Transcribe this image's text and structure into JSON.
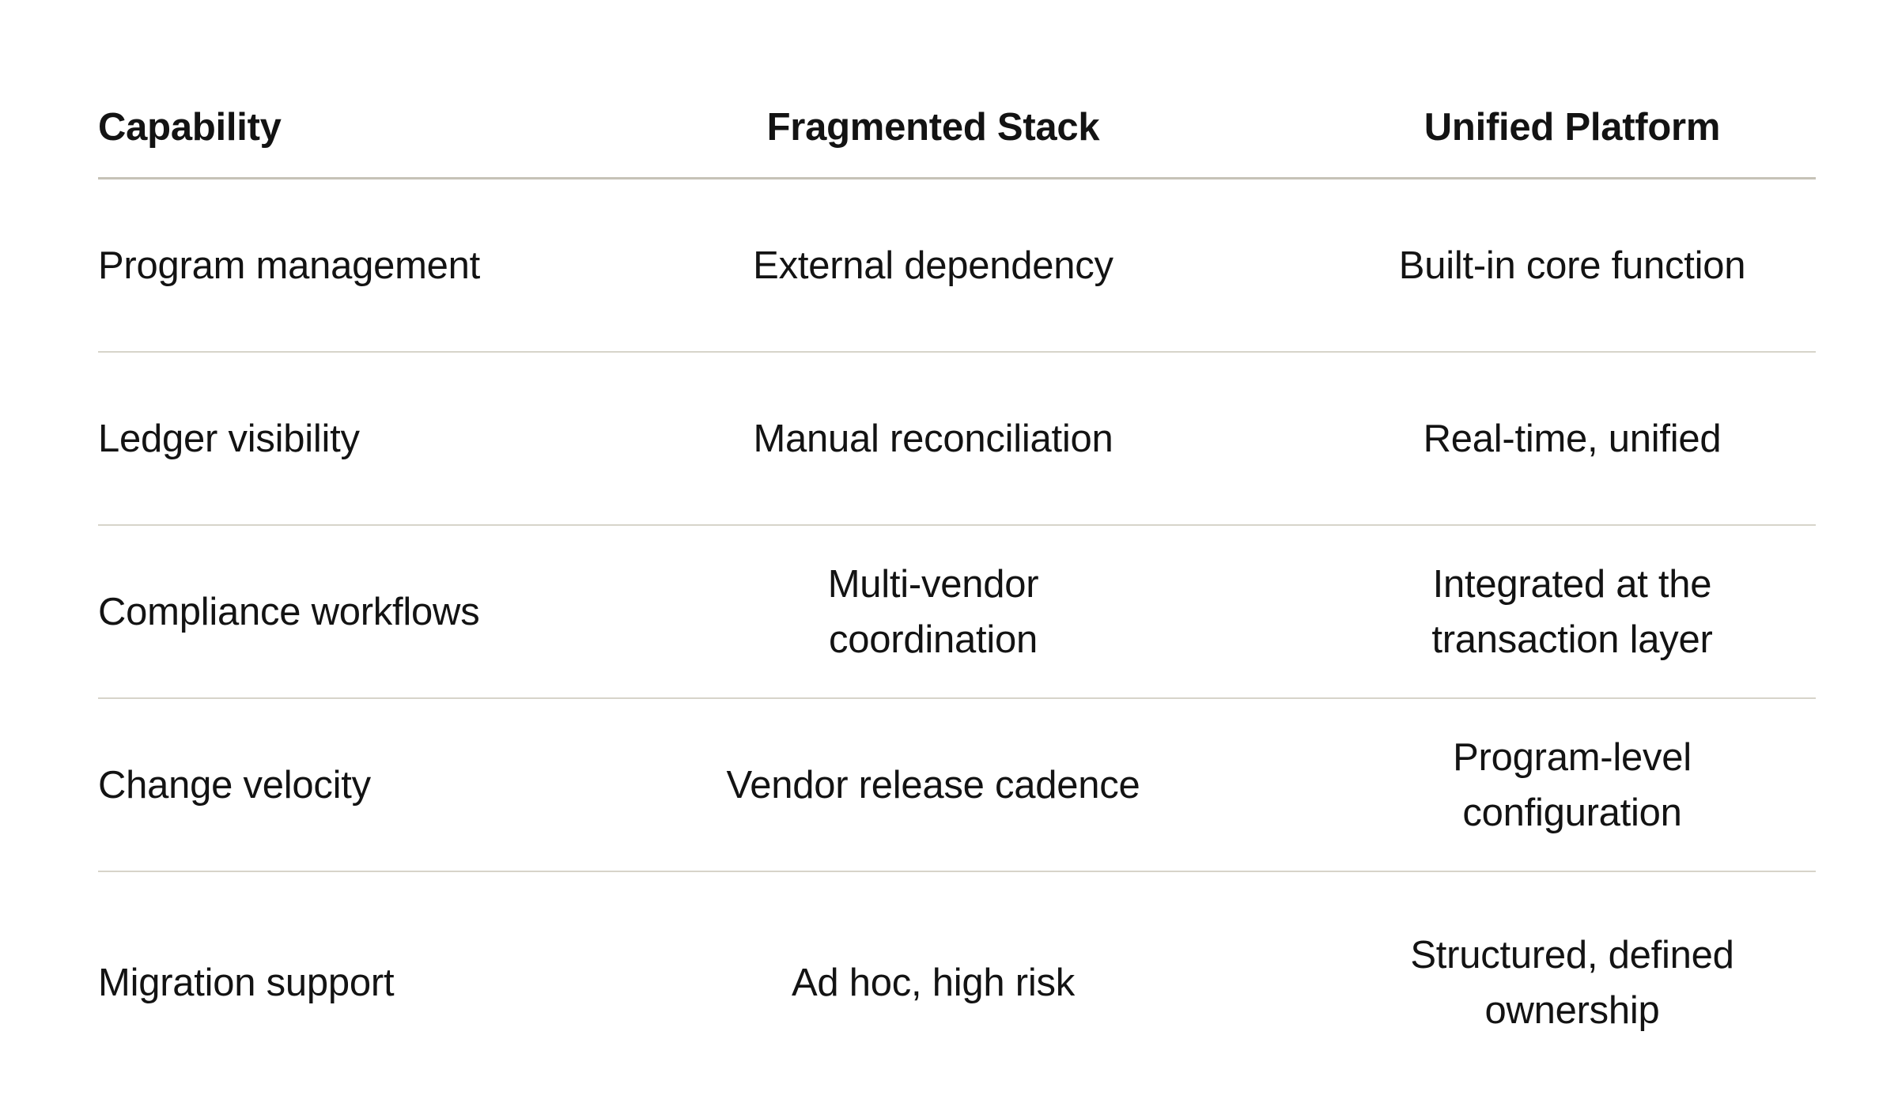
{
  "table": {
    "columns": [
      {
        "label": "Capability"
      },
      {
        "label": "Fragmented Stack"
      },
      {
        "label": "Unified Platform"
      }
    ],
    "rows": [
      {
        "capability": "Program management",
        "fragmented": "External dependency",
        "unified": "Built-in core function"
      },
      {
        "capability": "Ledger visibility",
        "fragmented": "Manual reconciliation",
        "unified": "Real-time, unified"
      },
      {
        "capability": "Compliance workflows",
        "fragmented": "Multi-vendor\ncoordination",
        "unified": "Integrated at the\ntransaction layer"
      },
      {
        "capability": "Change velocity",
        "fragmented": "Vendor release cadence",
        "unified": "Program-level\nconfiguration"
      },
      {
        "capability": "Migration support",
        "fragmented": "Ad hoc, high risk",
        "unified": "Structured, defined\nownership"
      }
    ]
  },
  "colors": {
    "background": "#ffffff",
    "text": "#131313",
    "header_rule": "#c6c2b7",
    "row_rule": "#d7d4ca"
  }
}
